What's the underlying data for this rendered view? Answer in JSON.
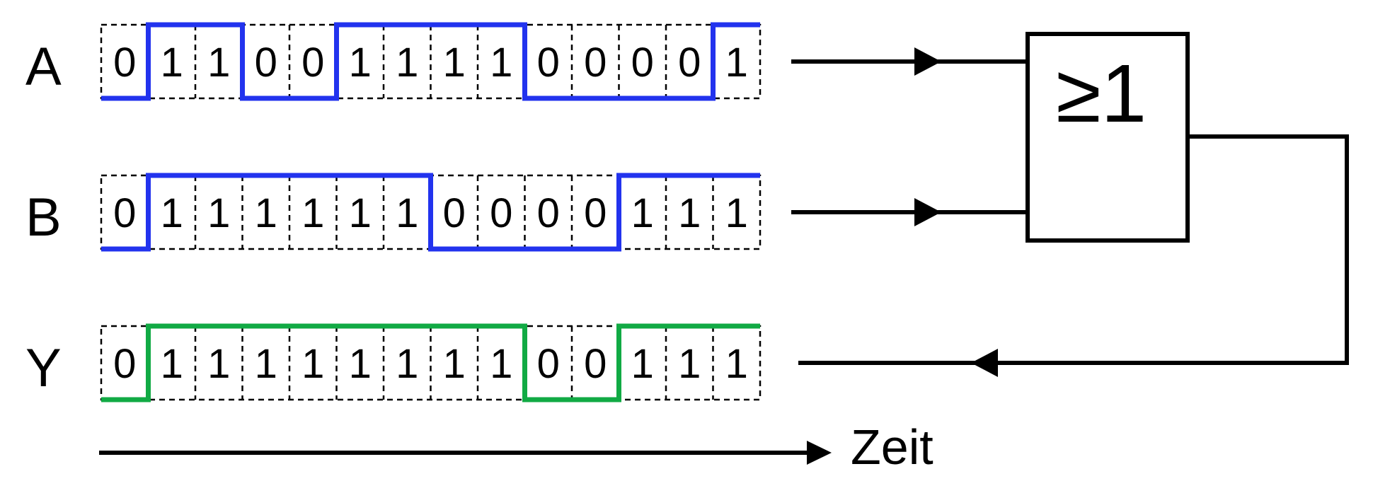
{
  "gate": {
    "label": "≥1"
  },
  "time_label": "Zeit",
  "colors": {
    "input_trace": "#2233ee",
    "output_trace": "#11aa44",
    "wire": "#000000",
    "grid": "#000000"
  },
  "signals": [
    {
      "name": "A",
      "role": "input",
      "bits": [
        0,
        1,
        1,
        0,
        0,
        1,
        1,
        1,
        1,
        0,
        0,
        0,
        0,
        1
      ]
    },
    {
      "name": "B",
      "role": "input",
      "bits": [
        0,
        1,
        1,
        1,
        1,
        1,
        1,
        0,
        0,
        0,
        0,
        1,
        1,
        1
      ]
    },
    {
      "name": "Y",
      "role": "output",
      "bits": [
        0,
        1,
        1,
        1,
        1,
        1,
        1,
        1,
        1,
        0,
        0,
        1,
        1,
        1
      ]
    }
  ]
}
